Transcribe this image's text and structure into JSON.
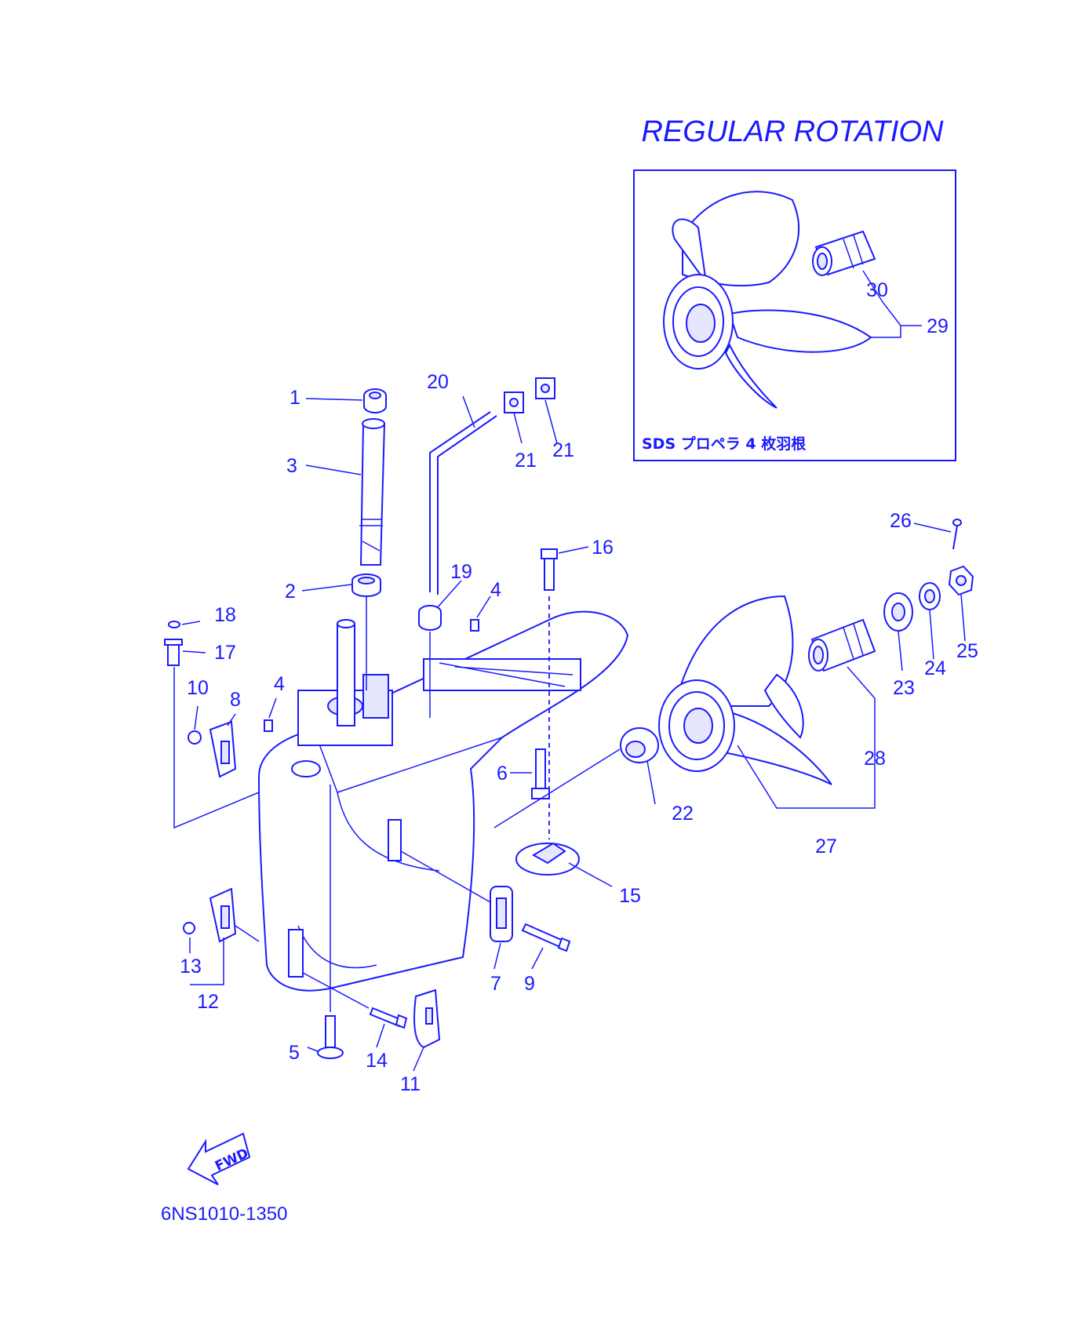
{
  "diagram": {
    "title": "REGULAR ROTATION",
    "inset_note": "SDS プロペラ 4 枚羽根",
    "part_number": "6NS1010-1350",
    "fwd_label": "FWD",
    "colors": {
      "line": "#1a1aff",
      "background": "#ffffff"
    },
    "callouts": [
      "1",
      "2",
      "3",
      "4",
      "4",
      "5",
      "6",
      "7",
      "8",
      "9",
      "10",
      "11",
      "12",
      "13",
      "14",
      "15",
      "16",
      "17",
      "18",
      "19",
      "20",
      "21",
      "21",
      "22",
      "23",
      "24",
      "25",
      "26",
      "27",
      "28",
      "29",
      "30"
    ]
  }
}
